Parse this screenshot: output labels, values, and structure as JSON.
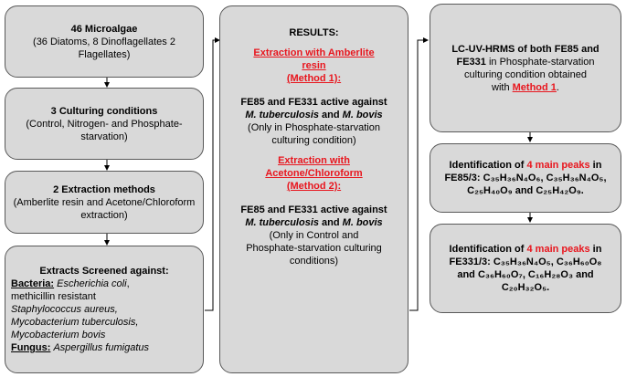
{
  "left": {
    "box1": {
      "title": "46 Microalgae",
      "desc": "(36 Diatoms, 8 Dinoflagellates 2 Flagellates)"
    },
    "box2": {
      "title": "3 Culturing conditions",
      "desc": "(Control, Nitrogen- and Phosphate-starvation)"
    },
    "box3": {
      "title": "2 Extraction methods",
      "desc": "(Amberlite resin and Acetone/Chloroform extraction)"
    },
    "box4": {
      "title": "Extracts Screened against:",
      "bacteria_label": "Bacteria:",
      "bacteria_1": "Escherichia coli",
      "bacteria_sep": ",",
      "line2": "methicillin resistant",
      "line3": "Staphylococcus aureus,",
      "line4": "Mycobacterium tuberculosis,",
      "line5": "Mycobacterium bovis",
      "fungus_label": "Fungus:",
      "fungus_1": "Aspergillus fumigatus"
    }
  },
  "center": {
    "title": "RESULTS:",
    "m1_heading_l1": "Extraction with Amberlite",
    "m1_heading_l2": "resin",
    "m1_heading_l3": "(Method 1):",
    "m1_text_l1": "FE85 and FE331 active against",
    "m1_text_l2a": "M. tuberculosis",
    "m1_text_l2b": " and ",
    "m1_text_l2c": "M. bovis",
    "m1_note_l1": "(Only in Phosphate-starvation",
    "m1_note_l2": "culturing condition)",
    "m2_heading_l1": "Extraction with",
    "m2_heading_l2": "Acetone/Chloroform",
    "m2_heading_l3": "(Method 2):",
    "m2_text_l1": "FE85 and FE331 active against",
    "m2_text_l2a": "M. tuberculosis",
    "m2_text_l2b": " and ",
    "m2_text_l2c": "M. bovis",
    "m2_note_l1": "(Only in Control and",
    "m2_note_l2": "Phosphate-starvation culturing",
    "m2_note_l3": "conditions)"
  },
  "right": {
    "box1": {
      "l1": "LC-UV-HRMS of both FE85 and",
      "l2a": "FE331",
      "l2b": " in Phosphate-starvation",
      "l3": "culturing condition obtained",
      "l4a": "with ",
      "l4b": "Method 1",
      "l4c": "."
    },
    "box2": {
      "l1a": "Identification of ",
      "l1b": "4 main peaks",
      "l1c": " in",
      "l2": "FE85/3: C₃₅H₃₆N₄O₆, C₃₅H₃₆N₄O₅,",
      "l3": "C₂₅H₄₀O₉ and C₂₅H₄₂O₉."
    },
    "box3": {
      "l1a": "Identification of ",
      "l1b": "4 main peaks",
      "l1c": " in",
      "l2": "FE331/3: C₃₅H₃₆N₄O₅, C₃₆H₆₀O₈",
      "l3": "and C₃₆H₆₀O₇, C₁₆H₂₈O₃ and",
      "l4": "C₂₀H₃₂O₅."
    }
  }
}
